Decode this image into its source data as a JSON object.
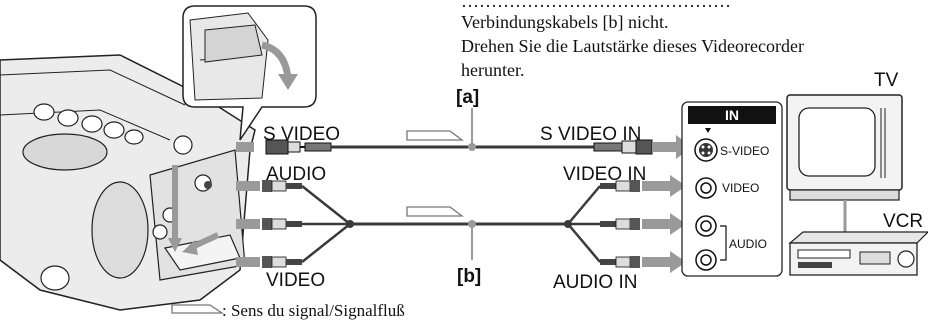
{
  "note": {
    "line1": "Verbindungskabels [b] nicht.",
    "line2": "Drehen Sie die Lautstärke dieses Videorecorder",
    "line3": "herunter."
  },
  "left_labels": {
    "s_video": "S VIDEO",
    "audio": "AUDIO",
    "video": "VIDEO"
  },
  "right_labels": {
    "s_video_in": "S VIDEO IN",
    "video_in": "VIDEO IN",
    "audio_in": "AUDIO IN"
  },
  "cables": {
    "a": "[a]",
    "b": "[b]"
  },
  "panel": {
    "header": "IN",
    "s_video": "S-VIDEO",
    "video": "VIDEO",
    "audio": "AUDIO"
  },
  "devices": {
    "tv": "TV",
    "vcr": "VCR"
  },
  "legend": {
    "text": ": Sens du signal/Signalfluß"
  },
  "colors": {
    "ink": "#111111",
    "cable": "#3a3a3a",
    "arrow": "#9a9a9a",
    "panel_header": "#111111",
    "device_fill": "#ffffff"
  }
}
